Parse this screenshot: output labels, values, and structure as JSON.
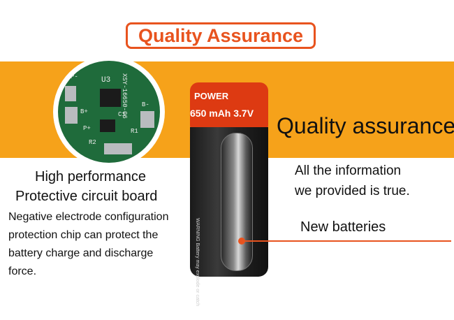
{
  "title": "Quality Assurance",
  "battery": {
    "brand": "POWER",
    "spec": "650 mAh 3.7V",
    "warning": "WARNING Battery may explode or catch"
  },
  "pcb": {
    "top_label": "XSY-16650-06",
    "chip": "U3",
    "labels": [
      "P-",
      "B+",
      "B-",
      "P+",
      "R1",
      "R2",
      "C1"
    ]
  },
  "headline": "Quality assurance",
  "left_heading_1": "High performance",
  "left_heading_2": "Protective circuit board",
  "description": [
    "Negative electrode configuration",
    "protection chip can protect the",
    "battery charge and discharge",
    "force."
  ],
  "info": [
    "All the information",
    "we provided is true."
  ],
  "new_batteries": "New batteries",
  "colors": {
    "orange": "#f6a21a",
    "accent": "#e8531e",
    "cap": "#dd3a12"
  }
}
